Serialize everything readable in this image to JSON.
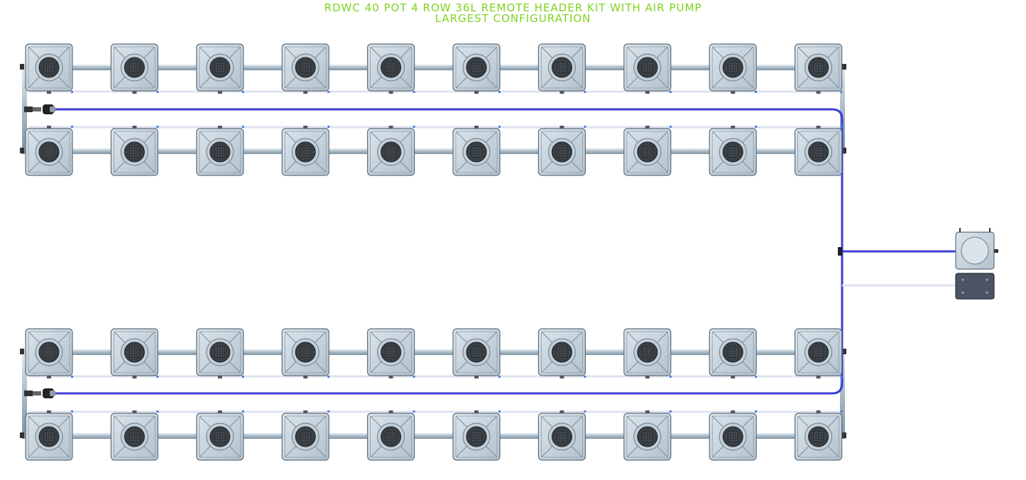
{
  "title": {
    "line1": "RDWC 40 POT 4 ROW 36L REMOTE HEADER KIT WITH AIR PUMP",
    "line2": "LARGEST CONFIGURATION"
  },
  "layout_summary": {
    "rows": 4,
    "pots_per_row": 10,
    "total_pots": 40
  },
  "colors": {
    "title": "#7ed321",
    "air_line": "#3d3dd6",
    "pipe": "#b9c7d2",
    "pot_body": "#c9d5de",
    "pot_basket": "#3a3f44",
    "drain_line": "#dfe3f0"
  }
}
